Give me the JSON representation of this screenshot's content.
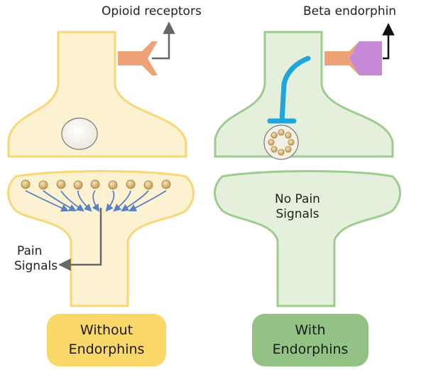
{
  "labels": {
    "opioid_receptors": "Opioid receptors",
    "beta_endorphin": "Beta endorphin",
    "pain_signals_line1": "Pain",
    "pain_signals_line2": "Signals",
    "no_pain_line1": "No Pain",
    "no_pain_line2": "Signals"
  },
  "captions": {
    "left_line1": "Without",
    "left_line2": "Endorphins",
    "right_line1": "With",
    "right_line2": "Endorphins"
  },
  "colors": {
    "left_fill": "#fcf1d1",
    "left_stroke": "#f7d776",
    "right_fill": "#e4f0db",
    "right_stroke": "#9ecc8e",
    "receptor": "#eda377",
    "endorphin": "#c78ad8",
    "blocker": "#1ea6dd",
    "pain_arrow": "#5a80c4",
    "vesicle": "#d9b268"
  }
}
